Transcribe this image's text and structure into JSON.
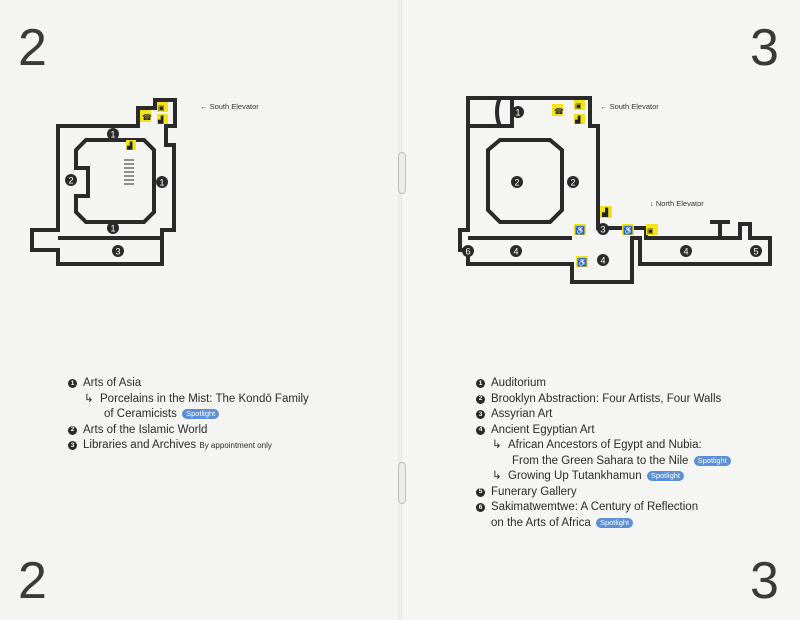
{
  "left_page": {
    "page_number": "2",
    "elevator_label": "← South Elevator",
    "map_markers": [
      "1",
      "1",
      "1",
      "2",
      "3"
    ],
    "legend": [
      {
        "num": "1",
        "label": "Arts of Asia"
      },
      {
        "sub": "Porcelains in the Mist: The Kondō Family",
        "sub_cont": "of Ceramicists",
        "badge": "Spotlight"
      },
      {
        "num": "2",
        "label": "Arts of the Islamic World"
      },
      {
        "num": "3",
        "label": "Libraries and Archives",
        "note": "By appointment only"
      }
    ]
  },
  "right_page": {
    "page_number": "3",
    "south_elevator_label": "← South Elevator",
    "north_elevator_label": "↓ North Elevator",
    "map_markers": [
      "1",
      "2",
      "2",
      "3",
      "4",
      "4",
      "4",
      "5",
      "6"
    ],
    "legend": [
      {
        "num": "1",
        "label": "Auditorium"
      },
      {
        "num": "2",
        "label": "Brooklyn Abstraction: Four Artists, Four Walls"
      },
      {
        "num": "3",
        "label": "Assyrian Art"
      },
      {
        "num": "4",
        "label": "Ancient Egyptian Art"
      },
      {
        "sub": "African Ancestors of Egypt and Nubia:",
        "sub_cont": "From the Green Sahara to the Nile",
        "badge": "Spotlight"
      },
      {
        "sub": "Growing Up Tutankhamun",
        "badge": "Spotlight"
      },
      {
        "num": "5",
        "label": "Funerary Gallery"
      },
      {
        "num": "6",
        "label": "Sakimatwemtwe: A Century of Reflection",
        "label_cont": "on the Arts of Africa",
        "badge": "Spotlight"
      }
    ]
  },
  "arrow_glyph": "↳",
  "colors": {
    "accent_yellow": "#f5e31a",
    "badge_blue": "#5b8fd6",
    "wall": "#2a2a2a"
  }
}
